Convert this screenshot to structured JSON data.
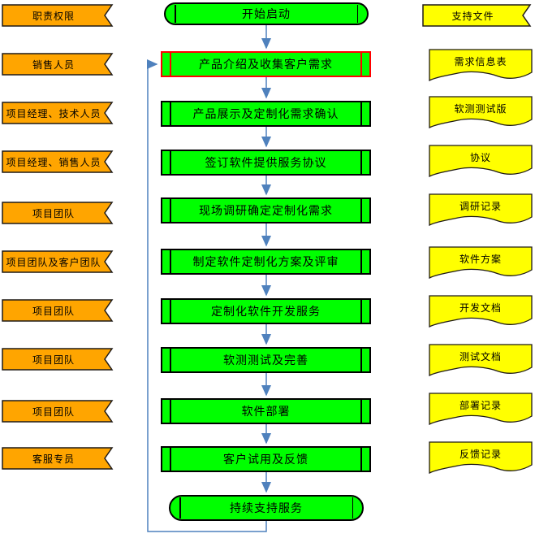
{
  "diagram": {
    "left_column": {
      "header": "职责权限",
      "items": [
        {
          "label": "销售人员"
        },
        {
          "label": "项目经理、技术人员"
        },
        {
          "label": "项目经理、销售人员"
        },
        {
          "label": "项目团队"
        },
        {
          "label": "项目团队及客户团队"
        },
        {
          "label": "项目团队"
        },
        {
          "label": "项目团队"
        },
        {
          "label": "项目团队"
        },
        {
          "label": "客服专员"
        }
      ]
    },
    "process_column": {
      "start": "开始启动",
      "steps": [
        {
          "label": "产品介绍及收集客户需求",
          "highlighted": true
        },
        {
          "label": "产品展示及定制化需求确认",
          "highlighted": false
        },
        {
          "label": "签订软件提供服务协议",
          "highlighted": false
        },
        {
          "label": "现场调研确定定制化需求",
          "highlighted": false
        },
        {
          "label": "制定软件定制化方案及评审",
          "highlighted": false
        },
        {
          "label": "定制化软件开发服务",
          "highlighted": false
        },
        {
          "label": "软测测试及完善",
          "highlighted": false
        },
        {
          "label": "软件部署",
          "highlighted": false
        },
        {
          "label": "客户试用及反馈",
          "highlighted": false
        }
      ],
      "end": "持续支持服务"
    },
    "right_column": {
      "header": "支持文件",
      "items": [
        {
          "label": "需求信息表"
        },
        {
          "label": "软测测试版"
        },
        {
          "label": "协议"
        },
        {
          "label": "调研记录"
        },
        {
          "label": "软件方案"
        },
        {
          "label": "开发文档"
        },
        {
          "label": "测试文档"
        },
        {
          "label": "部署记录"
        },
        {
          "label": "反馈记录"
        }
      ]
    },
    "colors": {
      "role_fill": "#FFA500",
      "process_fill": "#00FF00",
      "document_fill": "#FFFF00",
      "arrow": "#4F81BD",
      "highlight_border": "#FF0000",
      "border": "#000000"
    }
  }
}
